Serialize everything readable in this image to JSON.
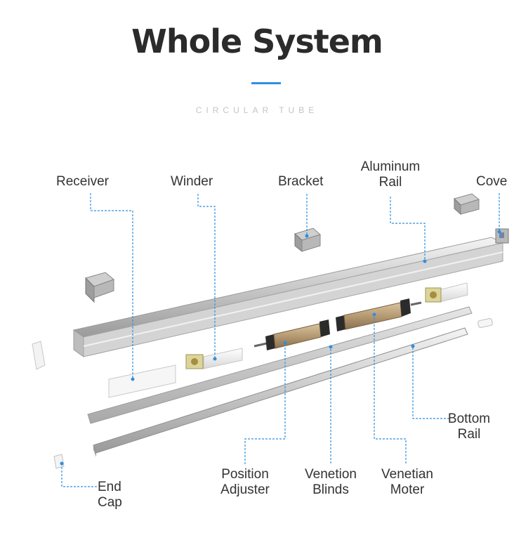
{
  "header": {
    "title": "Whole System",
    "subtitle": "CIRCULAR TUBE",
    "accent_color": "#2f8fe0"
  },
  "labels": {
    "receiver": "Receiver",
    "winder": "Winder",
    "bracket": "Bracket",
    "aluminum_rail": "Aluminum\nRail",
    "cove": "Cove",
    "bottom_rail": "Bottom\nRail",
    "position_adjuster": "Position\nAdjuster",
    "venetion_blinds": "Venetion\nBlinds",
    "venetian_moter": "Venetian\nMoter",
    "end_cap": "End\nCap"
  },
  "colors": {
    "leader_line": "#2f8fe0",
    "rail": "#d9d9d9",
    "motor": "#b59a72"
  }
}
